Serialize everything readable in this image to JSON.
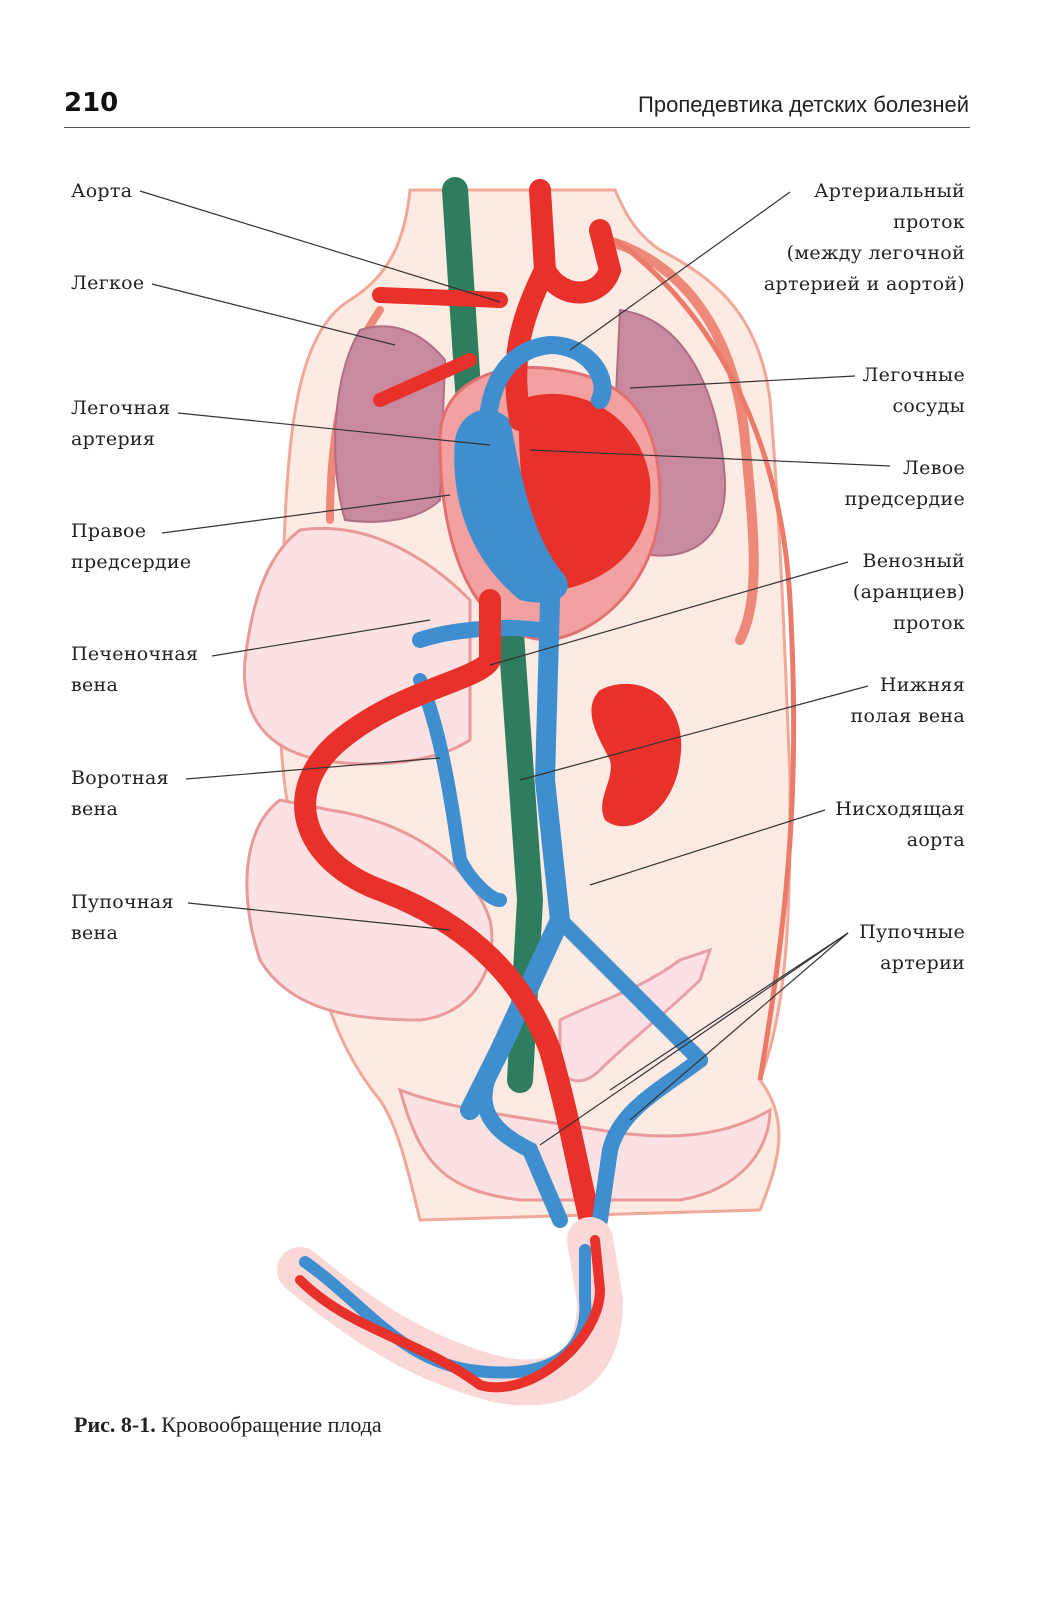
{
  "header": {
    "page_number": "210",
    "running_title": "Пропедевтика детских болезней"
  },
  "labels": {
    "aorta": "Аорта",
    "lung": "Легкое",
    "pulmonary_artery": "Легочная\nартерия",
    "right_atrium": "Правое\nпредсердие",
    "hepatic_vein": "Печеночная\nвена",
    "portal_vein": "Воротная\nвена",
    "umbilical_vein": "Пупочная\nвена",
    "ductus_arteriosus": "Артериальный\nпроток\n(между легочной\nартерией и аортой)",
    "pulmonary_vessels": "Легочные\nсосуды",
    "left_atrium": "Левое\nпредсердие",
    "ductus_venosus": "Венозный\n(аранциев)\nпроток",
    "inferior_vena_cava": "Нижняя\nполая вена",
    "descending_aorta": "Нисходящая\nаорта",
    "umbilical_arteries": "Пупочные\nартерии"
  },
  "caption": {
    "number": "Рис. 8-1.",
    "text": " Кровообращение плода"
  },
  "colors": {
    "artery_red": "#e8312a",
    "vein_blue": "#3f8fd0",
    "vessel_green": "#2e7d5e",
    "lung_pink": "#c77f96",
    "body_outline": "#f0a898",
    "body_fill": "#fde6dc"
  }
}
